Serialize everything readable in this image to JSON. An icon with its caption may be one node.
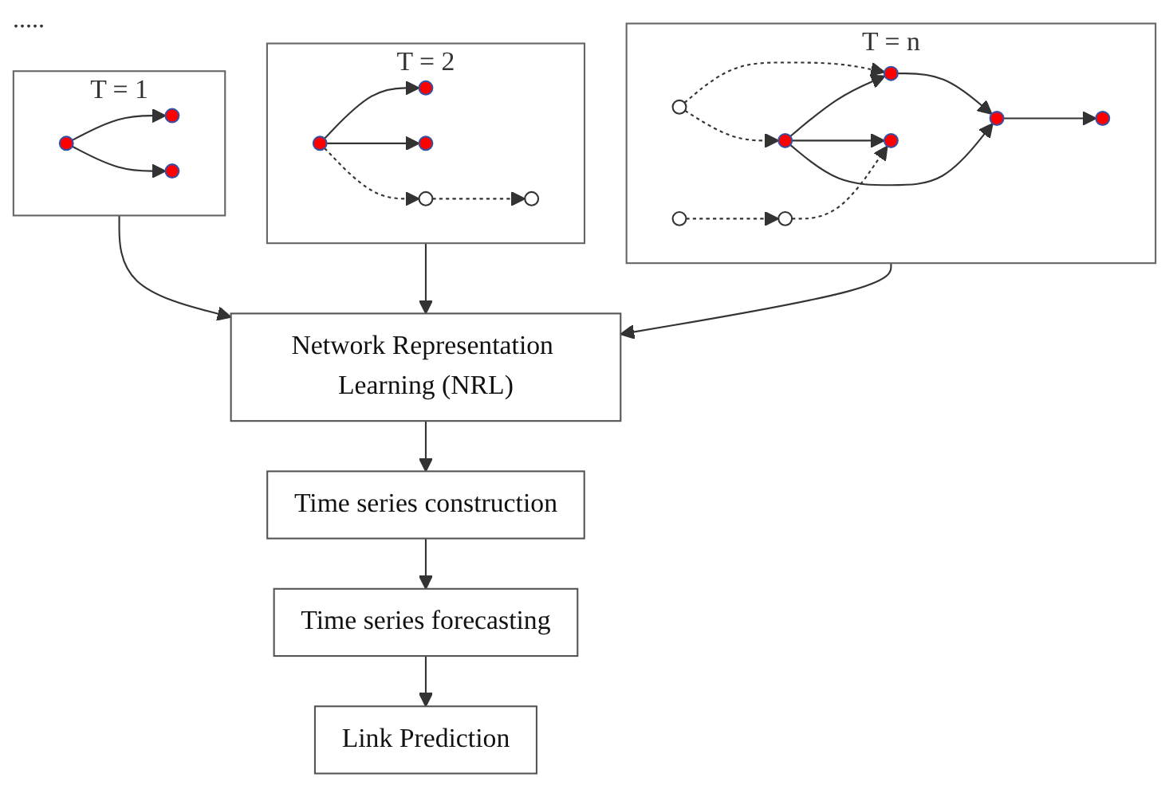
{
  "diagram": {
    "nodes": [
      {
        "text": [
          "T = 1"
        ]
      },
      {
        "text": [],
        "shape": "circle",
        "in": 0
      },
      {
        "text": [],
        "shape": "circle",
        "in": 0
      },
      {
        "text": [],
        "shape": "circle",
        "in": 0
      },
      {
        "text": [
          "T = 2"
        ]
      },
      {
        "text": [],
        "shape": "circle",
        "in": 4
      },
      {
        "text": [],
        "shape": "circle",
        "in": 4
      },
      {
        "text": [],
        "shape": "circle",
        "in": 4
      },
      {
        "text": [],
        "shape": "circle",
        "in": 4
      },
      {
        "text": [],
        "shape": "circle",
        "in": 4
      },
      {
        "text": [
          "T = n"
        ]
      },
      {
        "text": [],
        "shape": "circle",
        "in": 10
      },
      {
        "text": [],
        "shape": "circle",
        "in": 10
      },
      {
        "text": [],
        "shape": "circle",
        "in": 10
      },
      {
        "text": [],
        "shape": "circle",
        "in": 10
      },
      {
        "text": [],
        "shape": "circle",
        "in": 10
      },
      {
        "text": [],
        "shape": "circle",
        "in": 10
      },
      {
        "text": [],
        "shape": "circle",
        "in": 10
      },
      {
        "text": [],
        "shape": "circle",
        "in": 10
      },
      {
        "text": [
          "Network Representation Learning (NRL)"
        ]
      },
      {
        "text": [
          "Time series construction"
        ]
      },
      {
        "text": [
          "Time series forecasting"
        ]
      },
      {
        "text": [
          "Link Prediction"
        ]
      }
    ],
    "edges": [
      {
        "from": 1,
        "to": 2,
        "arrow": "to"
      },
      {
        "from": 1,
        "to": 3,
        "arrow": "to"
      },
      {
        "from": 5,
        "to": 6,
        "arrow": "to"
      },
      {
        "from": 5,
        "to": 7,
        "arrow": "to"
      },
      {
        "from": 5,
        "to": 8,
        "arrow": "to",
        "style": "dashed"
      },
      {
        "from": 8,
        "to": 9,
        "arrow": "to",
        "style": "dashed"
      },
      {
        "from": 11,
        "to": 13,
        "arrow": "to",
        "style": "dashed"
      },
      {
        "from": 11,
        "to": 14,
        "arrow": "to",
        "style": "dashed"
      },
      {
        "from": 14,
        "to": 13,
        "arrow": "to"
      },
      {
        "from": 14,
        "to": 15,
        "arrow": "to"
      },
      {
        "from": 14,
        "to": 17,
        "arrow": "to"
      },
      {
        "from": 13,
        "to": 17,
        "arrow": "to"
      },
      {
        "from": 17,
        "to": 18,
        "arrow": "to"
      },
      {
        "from": 12,
        "to": 15,
        "arrow": "to",
        "style": "dashed"
      },
      {
        "from": 16,
        "to": 12,
        "arrow": "to",
        "style": "dashed"
      },
      {
        "from": 0,
        "to": 19,
        "arrow": "to"
      },
      {
        "from": 4,
        "to": 19,
        "arrow": "to"
      },
      {
        "from": 10,
        "to": 19,
        "arrow": "to"
      },
      {
        "from": 19,
        "to": 20,
        "arrow": "to"
      },
      {
        "from": 20,
        "to": 21,
        "arrow": "to"
      },
      {
        "from": 21,
        "to": 22,
        "arrow": "to"
      }
    ],
    "labels": [
      "....."
    ]
  }
}
